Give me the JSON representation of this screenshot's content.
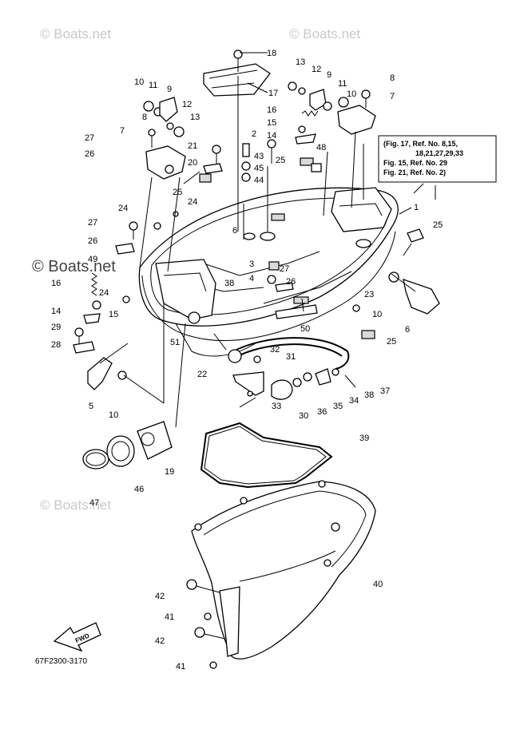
{
  "watermark": "© Boats.net",
  "diagram_code": "67F2300-3170",
  "fwd_label": "FWD",
  "note_lines": [
    "(Fig. 17, Ref. No. 8,15,",
    "18,21,27,29,33",
    "Fig. 15, Ref. No. 29",
    "Fig. 21, Ref. No. 2)"
  ],
  "callouts": [
    {
      "id": "c18",
      "text": "18"
    },
    {
      "id": "c17",
      "text": "17"
    },
    {
      "id": "c10a",
      "text": "10"
    },
    {
      "id": "c11a",
      "text": "11"
    },
    {
      "id": "c9a",
      "text": "9"
    },
    {
      "id": "c12a",
      "text": "12"
    },
    {
      "id": "c13a",
      "text": "13"
    },
    {
      "id": "c8a",
      "text": "8"
    },
    {
      "id": "c7a",
      "text": "7"
    },
    {
      "id": "c27a",
      "text": "27"
    },
    {
      "id": "c26a",
      "text": "26"
    },
    {
      "id": "c21",
      "text": "21"
    },
    {
      "id": "c20",
      "text": "20"
    },
    {
      "id": "c25a",
      "text": "25"
    },
    {
      "id": "c24a",
      "text": "24"
    },
    {
      "id": "c24b",
      "text": "24"
    },
    {
      "id": "c27b",
      "text": "27"
    },
    {
      "id": "c26b",
      "text": "26"
    },
    {
      "id": "c49",
      "text": "49"
    },
    {
      "id": "c16a",
      "text": "16"
    },
    {
      "id": "c24c",
      "text": "24"
    },
    {
      "id": "c15a",
      "text": "15"
    },
    {
      "id": "c14a",
      "text": "14"
    },
    {
      "id": "c29",
      "text": "29"
    },
    {
      "id": "c28",
      "text": "28"
    },
    {
      "id": "c5",
      "text": "5"
    },
    {
      "id": "c10b",
      "text": "10"
    },
    {
      "id": "c13b",
      "text": "13"
    },
    {
      "id": "c12b",
      "text": "12"
    },
    {
      "id": "c9b",
      "text": "9"
    },
    {
      "id": "c11b",
      "text": "11"
    },
    {
      "id": "c10c",
      "text": "10"
    },
    {
      "id": "c8b",
      "text": "8"
    },
    {
      "id": "c7b",
      "text": "7"
    },
    {
      "id": "c16b",
      "text": "16"
    },
    {
      "id": "c15b",
      "text": "15"
    },
    {
      "id": "c14b",
      "text": "14"
    },
    {
      "id": "c2",
      "text": "2"
    },
    {
      "id": "c43",
      "text": "43"
    },
    {
      "id": "c45",
      "text": "45"
    },
    {
      "id": "c44",
      "text": "44"
    },
    {
      "id": "c25b",
      "text": "25"
    },
    {
      "id": "c48",
      "text": "48"
    },
    {
      "id": "c1",
      "text": "1"
    },
    {
      "id": "c25c",
      "text": "25"
    },
    {
      "id": "c6a",
      "text": "6"
    },
    {
      "id": "c3",
      "text": "3"
    },
    {
      "id": "c4",
      "text": "4"
    },
    {
      "id": "c38a",
      "text": "38"
    },
    {
      "id": "c27c",
      "text": "27"
    },
    {
      "id": "c26c",
      "text": "26"
    },
    {
      "id": "c23",
      "text": "23"
    },
    {
      "id": "c10d",
      "text": "10"
    },
    {
      "id": "c6b",
      "text": "6"
    },
    {
      "id": "c50",
      "text": "50"
    },
    {
      "id": "c25d",
      "text": "25"
    },
    {
      "id": "c51",
      "text": "51"
    },
    {
      "id": "c32",
      "text": "32"
    },
    {
      "id": "c31",
      "text": "31"
    },
    {
      "id": "c22",
      "text": "22"
    },
    {
      "id": "c33",
      "text": "33"
    },
    {
      "id": "c30",
      "text": "30"
    },
    {
      "id": "c36",
      "text": "36"
    },
    {
      "id": "c35",
      "text": "35"
    },
    {
      "id": "c34",
      "text": "34"
    },
    {
      "id": "c38b",
      "text": "38"
    },
    {
      "id": "c37",
      "text": "37"
    },
    {
      "id": "c19",
      "text": "19"
    },
    {
      "id": "c46",
      "text": "46"
    },
    {
      "id": "c47",
      "text": "47"
    },
    {
      "id": "c39",
      "text": "39"
    },
    {
      "id": "c40",
      "text": "40"
    },
    {
      "id": "c42a",
      "text": "42"
    },
    {
      "id": "c41a",
      "text": "41"
    },
    {
      "id": "c42b",
      "text": "42"
    },
    {
      "id": "c41b",
      "text": "41"
    }
  ]
}
